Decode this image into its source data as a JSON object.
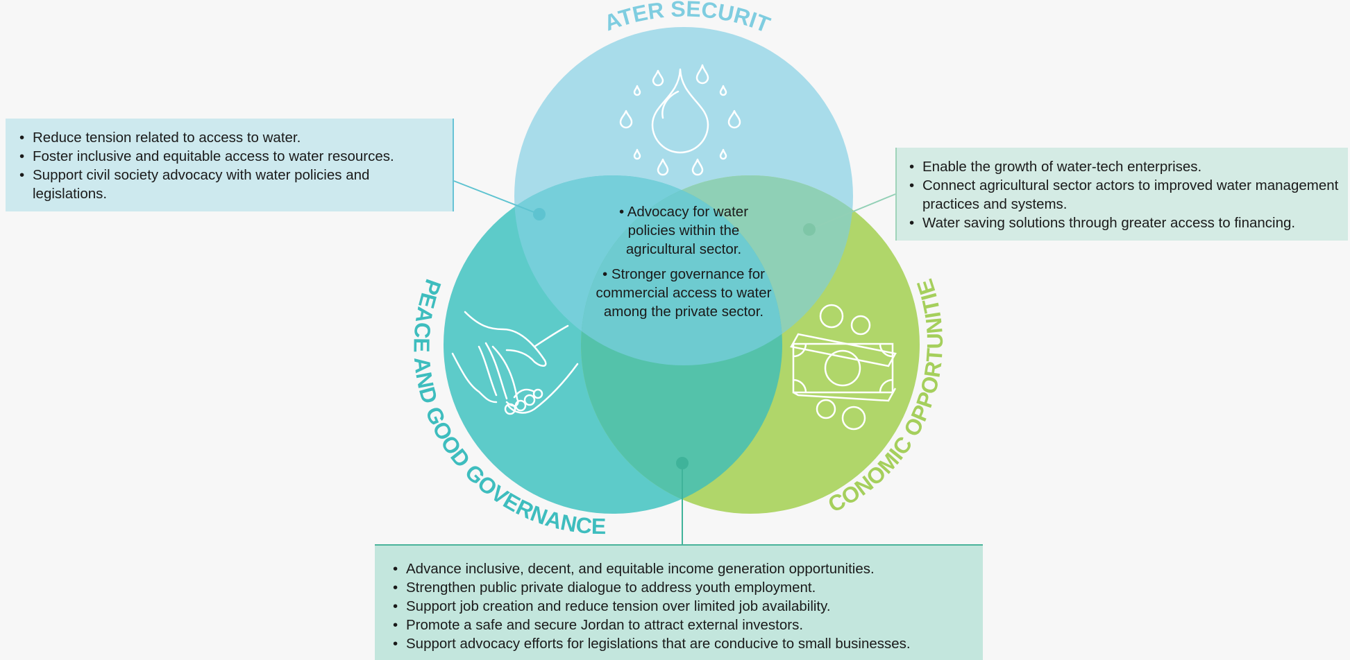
{
  "circles": {
    "water": {
      "label": "WATER SECURITY",
      "color": "#a8dcea"
    },
    "peace": {
      "label": "PEACE AND GOOD GOVERNANCE",
      "color": "#5dcbc9"
    },
    "economic": {
      "label": "ECONOMIC OPPORTUNITIES",
      "color": "#b0d66a"
    }
  },
  "colors": {
    "water_label": "#7fcde0",
    "peace_label": "#3ebdbe",
    "economic_label": "#a5cf5c",
    "overlap_water_peace": "#76cfda",
    "overlap_water_econ": "#8fd0b6",
    "overlap_peace_econ": "#54c2aa",
    "center": "#6ecbd0"
  },
  "icons": {
    "water": "water-drops-icon",
    "peace": "holding-hands-icon",
    "economic": "money-coins-icon"
  },
  "center": {
    "points": [
      "Advocacy for water policies within the agricultural sector.",
      "Stronger governance for commercial access to water among the private sector."
    ]
  },
  "callouts": {
    "water_peace": [
      "Reduce tension related to access to water.",
      "Foster inclusive and equitable access to water resources.",
      "Support civil society advocacy with water policies and legislations."
    ],
    "water_economic": [
      "Enable the growth of water-tech enterprises.",
      "Connect agricultural sector actors to improved water management practices and systems.",
      "Water saving solutions through greater access to financing."
    ],
    "peace_economic": [
      "Advance inclusive, decent, and equitable income generation opportunities.",
      "Strengthen public private dialogue to address youth employment.",
      "Support job creation and reduce tension over limited job availability.",
      "Promote a safe and secure Jordan to attract external investors.",
      "Support advocacy efforts for legislations that are conducive to small businesses."
    ]
  }
}
